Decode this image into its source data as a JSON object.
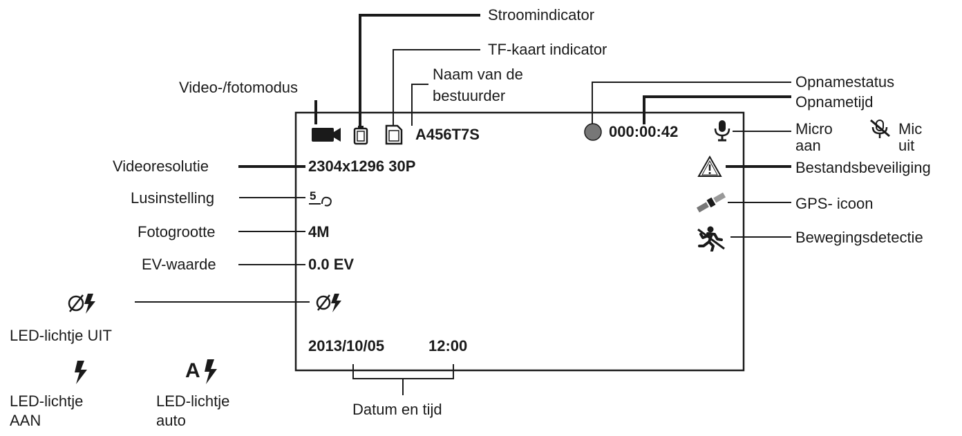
{
  "screen": {
    "driver_name": "A456T7S",
    "record_time": "000:00:42",
    "video_resolution": "2304x1296 30P",
    "loop_setting": "5",
    "photo_size": "4M",
    "ev_value": "0.0 EV",
    "date": "2013/10/05",
    "time": "12:00"
  },
  "labels": {
    "power_indicator": "Stroomindicator",
    "tf_card_indicator": "TF-kaart indicator",
    "driver_name_l1": "Naam van de",
    "driver_name_l2": "bestuurder",
    "video_photo_mode": "Video-/fotomodus",
    "record_status": "Opnamestatus",
    "record_time": "Opnametijd",
    "mic_on_l1": "Micro",
    "mic_on_l2": "aan",
    "mic_off_l1": "Mic",
    "mic_off_l2": "uit",
    "video_resolution": "Videoresolutie",
    "file_protection": "Bestandsbeveiliging",
    "loop_setting": "Lusinstelling",
    "gps_icon": "GPS- icoon",
    "photo_size": "Fotogrootte",
    "motion_detection": "Bewegingsdetectie",
    "ev_value": "EV-waarde",
    "led_off": "LED-lichtje UIT",
    "led_on_l1": "LED-lichtje",
    "led_on_l2": "AAN",
    "led_auto_l1": "LED-lichtje",
    "led_auto_l2": "auto",
    "date_time": "Datum en tijd",
    "led_auto_letter": "A"
  },
  "icons": {
    "mode": "video-camera-icon",
    "power": "battery-icon",
    "card": "sd-card-icon",
    "record": "record-dot-icon",
    "mic_on": "microphone-icon",
    "mic_off": "microphone-off-icon",
    "protect": "warning-triangle-icon",
    "gps": "satellite-icon",
    "motion": "motion-detection-icon",
    "led_off": "flash-off-icon",
    "led_on": "flash-on-icon",
    "led_auto": "flash-auto-icon"
  },
  "colors": {
    "ink": "#1a1a1a",
    "record_dot": "#777777"
  }
}
